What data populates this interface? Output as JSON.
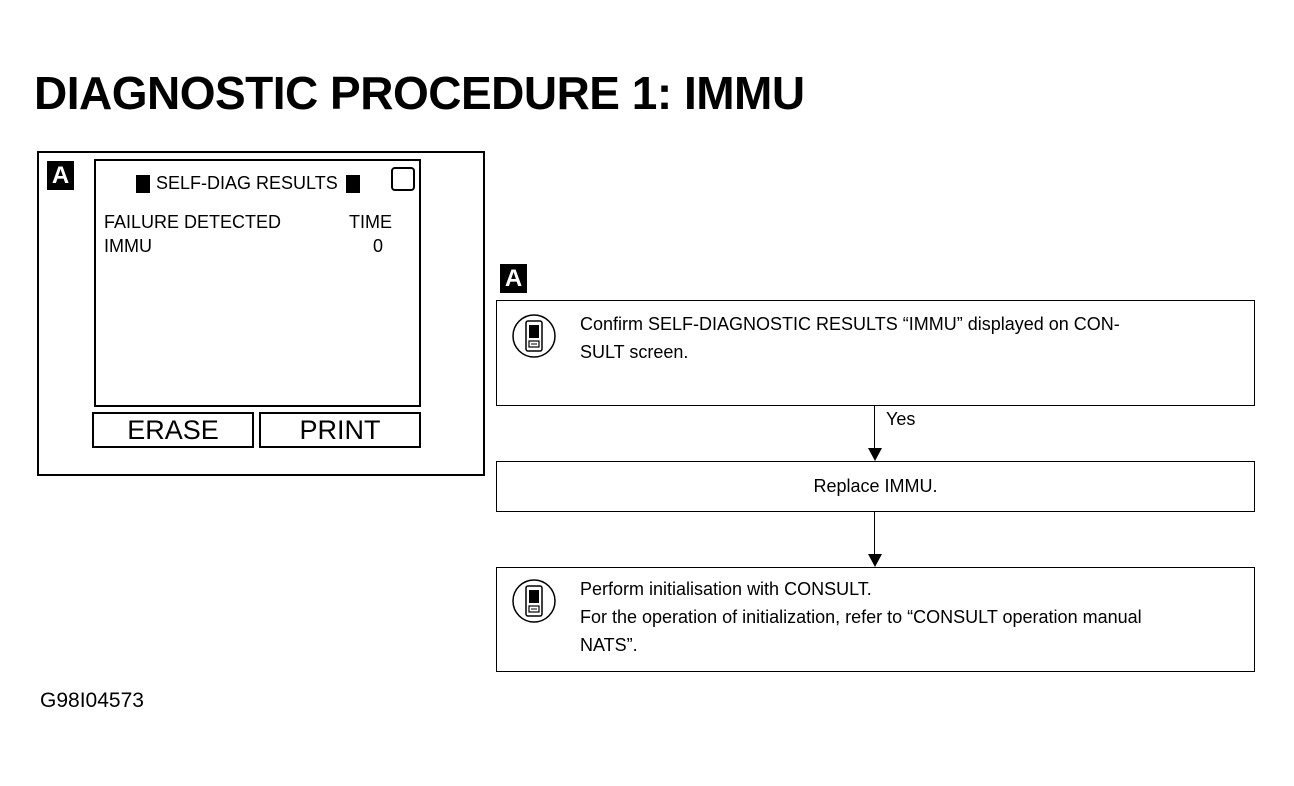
{
  "title": "DIAGNOSTIC PROCEDURE 1: IMMU",
  "panel_label": "A",
  "consult_screen": {
    "header": "SELF-DIAG RESULTS",
    "col_failure": "FAILURE DETECTED",
    "col_time": "TIME",
    "row_item": "IMMU",
    "row_time": "0",
    "erase_label": "ERASE",
    "print_label": "PRINT"
  },
  "flow": {
    "label": "A",
    "step1_line1": "Confirm SELF-DIAGNOSTIC RESULTS “IMMU” displayed on CON-",
    "step1_line2": "SULT screen.",
    "yes_label": "Yes",
    "step2": "Replace IMMU.",
    "step3_line1": "Perform initialisation with CONSULT.",
    "step3_line2": "For the operation of initialization, refer to “CONSULT operation manual",
    "step3_line3": "NATS”."
  },
  "figure_id": "G98I04573",
  "icons": {
    "consult": "consult-tester-icon"
  }
}
